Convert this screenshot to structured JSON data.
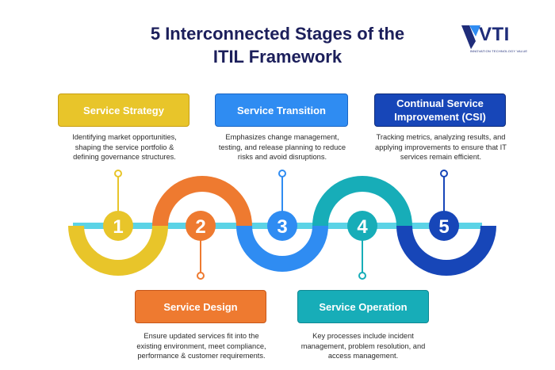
{
  "title_line1": "5 Interconnected Stages of the",
  "title_line2": "ITIL Framework",
  "logo": {
    "text": "VTI",
    "tagline": "INNOVATION TECHNOLOGY VALUE"
  },
  "stages": [
    {
      "number": "1",
      "name": "Service Strategy",
      "color": "#e8c52a",
      "description": "Identifying market opportunities, shaping the service portfolio & defining governance structures."
    },
    {
      "number": "2",
      "name": "Service Design",
      "color": "#ee7a30",
      "description": "Ensure updated services fit into the existing environment, meet compliance, performance & customer requirements."
    },
    {
      "number": "3",
      "name": "Service Transition",
      "color": "#2f8cf2",
      "description": "Emphasizes change management, testing, and release planning to reduce risks and avoid disruptions."
    },
    {
      "number": "4",
      "name": "Service Operation",
      "color": "#17adb8",
      "description": "Key processes include incident management, problem resolution, and access management."
    },
    {
      "number": "5",
      "name": "Continual Service Improvement (CSI)",
      "color": "#1746b8",
      "description": "Tracking metrics, analyzing results, and applying improvements to ensure that IT services remain efficient."
    }
  ]
}
